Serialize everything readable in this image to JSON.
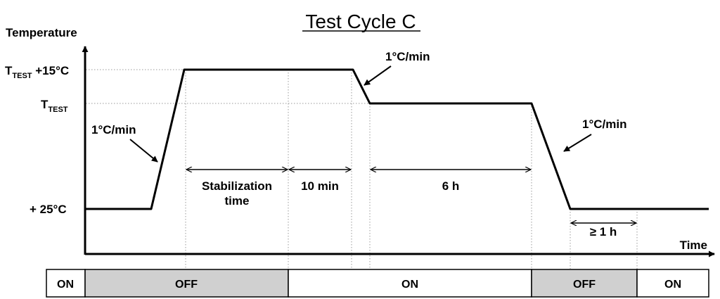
{
  "title": "Test Cycle C",
  "axes": {
    "y_label": "Temperature",
    "x_label": "Time"
  },
  "levels": {
    "upper": {
      "main": "T",
      "sub": "TEST",
      "suffix": " +15°C"
    },
    "middle": {
      "main": "T",
      "sub": "TEST"
    },
    "lower": "+ 25°C"
  },
  "ramp_labels": [
    "1°C/min",
    "1°C/min",
    "1°C/min"
  ],
  "durations": {
    "stabilization": [
      "Stabilization",
      "time"
    ],
    "ten_min": "10 min",
    "six_h": "6 h",
    "one_h": "≥ 1 h"
  },
  "state_bar": [
    {
      "label": "ON",
      "fill": "#ffffff"
    },
    {
      "label": "OFF",
      "fill": "#d0d0d0"
    },
    {
      "label": "ON",
      "fill": "#ffffff"
    },
    {
      "label": "OFF",
      "fill": "#d0d0d0"
    },
    {
      "label": "ON",
      "fill": "#ffffff"
    }
  ]
}
